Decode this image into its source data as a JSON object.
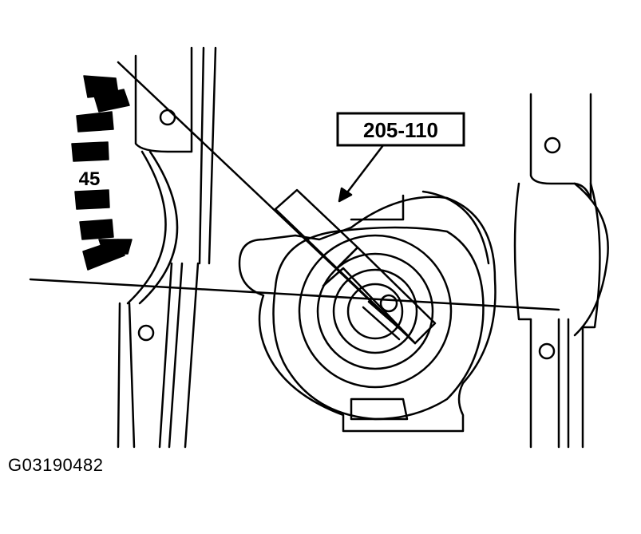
{
  "diagram": {
    "tool_callout": "205-110",
    "scale_mark": "45",
    "figure_id": "G03190482"
  },
  "colors": {
    "ink": "#000000",
    "paper": "#ffffff"
  },
  "icons": {
    "tool": "special-tool-205-110",
    "pulley": "crankshaft-pulley",
    "scale": "degree-scale-marks"
  }
}
